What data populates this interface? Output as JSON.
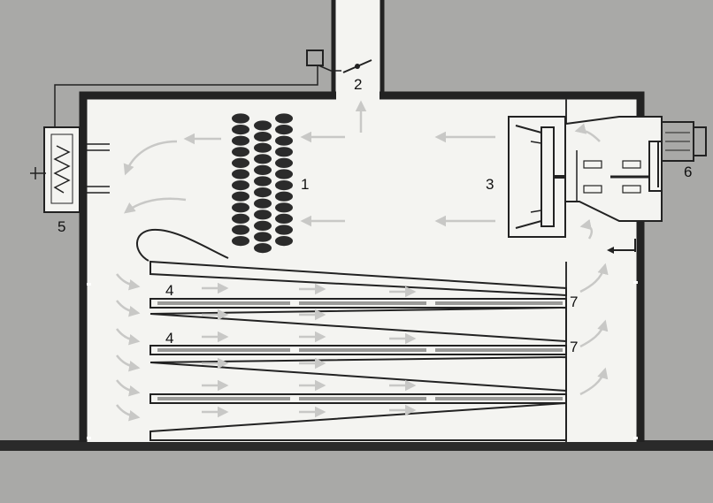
{
  "labels": {
    "heating_coil": "1",
    "damper": "2",
    "fan": "3",
    "tray_upper": "4",
    "tray_lower": "4",
    "heater_control": "5",
    "motor": "6",
    "baffle_upper": "7",
    "baffle_lower": "7"
  },
  "colors": {
    "background": "#a9a9a7",
    "chamber": "#f4f4f1",
    "wall": "#222222",
    "airflow": "#c8c8c6",
    "coil": "#2b2b2b"
  }
}
